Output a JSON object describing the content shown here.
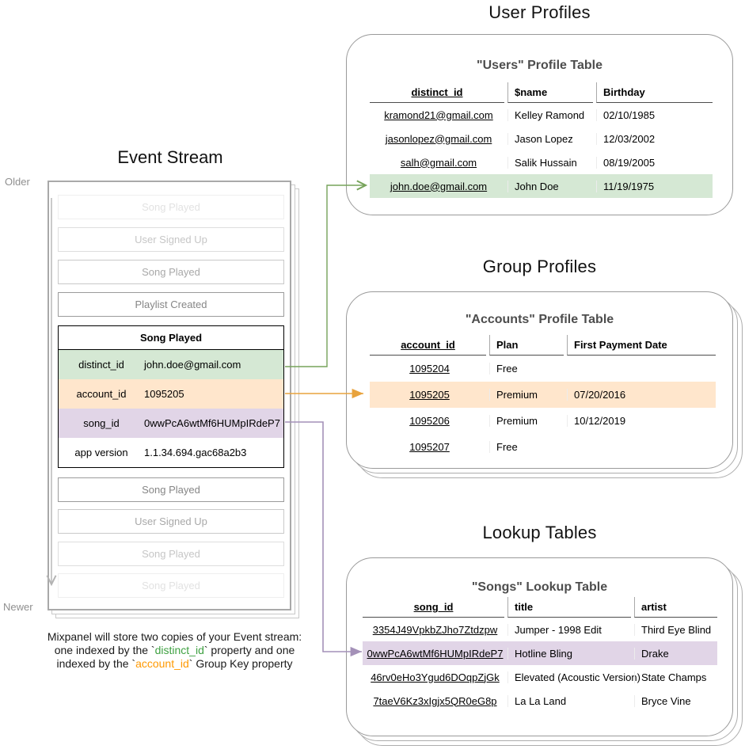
{
  "sections": {
    "user_profiles_title": "User Profiles",
    "event_stream_title": "Event Stream",
    "group_profiles_title": "Group Profiles",
    "lookup_tables_title": "Lookup Tables"
  },
  "timeline": {
    "older_label": "Older",
    "newer_label": "Newer"
  },
  "event_stream": {
    "events_before": [
      "Song Played",
      "User Signed Up",
      "Song Played",
      "Playlist Created"
    ],
    "expanded_event": {
      "title": "Song Played",
      "properties": [
        {
          "key": "distinct_id",
          "value": "john.doe@gmail.com"
        },
        {
          "key": "account_id",
          "value": "1095205"
        },
        {
          "key": "song_id",
          "value": "0wwPcA6wtMf6HUMpIRdeP7"
        },
        {
          "key": "app version",
          "value": "1.1.34.694.gac68a2b3"
        }
      ]
    },
    "events_after": [
      "Song Played",
      "User Signed Up",
      "Song Played",
      "Song Played"
    ]
  },
  "users_table": {
    "title": "\"Users\" Profile Table",
    "columns": [
      "distinct_id",
      "$name",
      "Birthday"
    ],
    "rows": [
      [
        "kramond21@gmail.com",
        "Kelley Ramond",
        "02/10/1985"
      ],
      [
        "jasonlopez@gmail.com",
        "Jason Lopez",
        "12/03/2002"
      ],
      [
        "salh@gmail.com",
        "Salik Hussain",
        "08/19/2005"
      ],
      [
        "john.doe@gmail.com",
        "John Doe",
        "11/19/1975"
      ]
    ],
    "highlighted_row_index": 3
  },
  "accounts_table": {
    "title": "\"Accounts\" Profile Table",
    "columns": [
      "account_id",
      "Plan",
      "First Payment Date"
    ],
    "rows": [
      [
        "1095204",
        "Free",
        ""
      ],
      [
        "1095205",
        "Premium",
        "07/20/2016"
      ],
      [
        "1095206",
        "Premium",
        "10/12/2019"
      ],
      [
        "1095207",
        "Free",
        ""
      ]
    ],
    "highlighted_row_index": 1
  },
  "songs_table": {
    "title": "\"Songs\" Lookup Table",
    "columns": [
      "song_id",
      "title",
      "artist"
    ],
    "rows": [
      [
        "3354J49VpkbZJho7Ztdzpw",
        "Jumper - 1998 Edit",
        "Third Eye Blind"
      ],
      [
        "0wwPcA6wtMf6HUMpIRdeP7",
        "Hotline Bling",
        "Drake"
      ],
      [
        "46rv0eHo3Ygud6DOqpZjGk",
        "Elevated (Acoustic Version)",
        "State Champs"
      ],
      [
        "7taeV6Kz3xIgjx5QR0eG8p",
        "La La Land",
        "Bryce Vine"
      ]
    ],
    "highlighted_row_index": 1
  },
  "caption": {
    "line1": "Mixpanel will store two copies of your Event stream:",
    "line2": {
      "pre": "one indexed by the `",
      "code": "distinct_id",
      "post": "` property and one"
    },
    "line3": {
      "pre": "indexed by the `",
      "code": "account_id",
      "post": "` Group Key property"
    }
  },
  "colors": {
    "green_highlight": "#d5e8d4",
    "orange_highlight": "#ffe6cc",
    "purple_highlight": "#e1d5e7",
    "green_arrow": "#76a35a",
    "orange_arrow": "#e8a33d",
    "purple_arrow": "#a491b8",
    "axis_gray": "#b3b3b3"
  }
}
